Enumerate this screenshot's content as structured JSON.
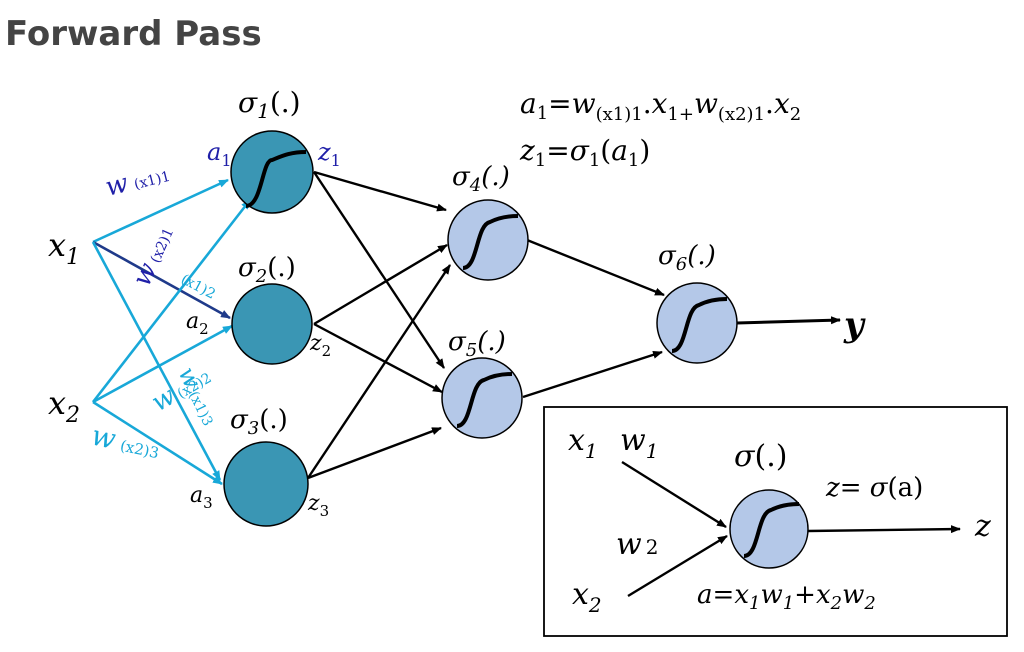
{
  "title": "Forward Pass",
  "colors": {
    "dark_node": "#3a96b4",
    "light_node": "#b4c8e8",
    "weight_dark": "#1f1fa8",
    "weight_light": "#18a8d8",
    "arrow": "#000000"
  },
  "inputs": {
    "x1": "x",
    "x1_sub": "1",
    "x2": "x",
    "x2_sub": "2"
  },
  "node_labels": {
    "sigma": "σ",
    "arg": "(.)",
    "n1_sub": "1",
    "n2_sub": "2",
    "n3_sub": "3",
    "n4_sub": "4",
    "n5_sub": "5",
    "n6_sub": "6"
  },
  "activations": {
    "a": "a",
    "z": "z",
    "a1_sub": "1",
    "a2_sub": "2",
    "a3_sub": "3",
    "z1_sub": "1",
    "z2_sub": "2",
    "z3_sub": "3"
  },
  "weights": {
    "w": "w",
    "w_x1_1": "(x1)1",
    "w_x2_1": "(x2)1",
    "w_x1_2": "(x1)2",
    "w_x2_2": "(x2)2",
    "w_x1_3": "(x1)3",
    "w_x2_3": "(x2)3"
  },
  "output_label": "y",
  "formulas": {
    "a1_lhs": "a",
    "a1_sub": "1",
    "eq": "=",
    "w1": "w",
    "w1_sub": "(x1)1",
    "dot1": ".",
    "x1": "x",
    "x1_sub": "1",
    "plus": "+",
    "w2": "w",
    "w2_sub": "(x2)1",
    "dot2": ".",
    "x2": "x",
    "x2_sub": "2",
    "z1_lhs": "z",
    "z1_sub": "1",
    "eq2": "=",
    "sigma": "σ",
    "sigma_sub": "1",
    "paren_open": "(",
    "a_arg": "a",
    "a_arg_sub": "1",
    "paren_close": ")"
  },
  "inset": {
    "x1": "x",
    "x1_sub": "1",
    "w1": "w",
    "w1_sub": "1",
    "w2": "w",
    "w2_sub": "2",
    "x2": "x",
    "x2_sub": "2",
    "sigma": "σ",
    "arg": "(.)",
    "z_eq_lhs": "z",
    "z_eq": "= ",
    "z_eq_sigma": "σ",
    "z_eq_arg": "(a)",
    "out": "z",
    "a_eq": "a",
    "a_rest_eq": "=",
    "a_x1": "x",
    "a_x1_sub": "1",
    "a_w1": "w",
    "a_w1_sub": "1",
    "a_plus": "+",
    "a_x2": "x",
    "a_x2_sub": "2",
    "a_w2": "w",
    "a_w2_sub": "2"
  }
}
